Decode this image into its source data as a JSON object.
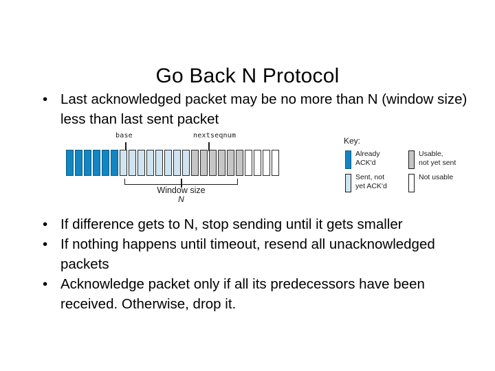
{
  "slide": {
    "title": "Go Back N Protocol",
    "bullets_top": [
      "Last acknowledged packet may be no more than N (window size) less than last sent packet"
    ],
    "bullets_bottom": [
      "If difference gets to N, stop sending until it gets smaller",
      "If nothing happens until timeout, resend all unacknowledged packets",
      "Acknowledge packet only if all its predecessors have been received.  Otherwise, drop it."
    ],
    "bullet_marker": "•"
  },
  "diagram": {
    "label_base": "base",
    "label_nextseqnum": "nextseqnum",
    "window_caption": "Window size",
    "window_caption_n": "N",
    "packets": [
      {
        "state": "acked"
      },
      {
        "state": "acked"
      },
      {
        "state": "acked"
      },
      {
        "state": "acked"
      },
      {
        "state": "acked"
      },
      {
        "state": "acked"
      },
      {
        "state": "sent"
      },
      {
        "state": "sent"
      },
      {
        "state": "sent"
      },
      {
        "state": "sent"
      },
      {
        "state": "sent"
      },
      {
        "state": "sent"
      },
      {
        "state": "sent"
      },
      {
        "state": "sent"
      },
      {
        "state": "usable"
      },
      {
        "state": "usable"
      },
      {
        "state": "usable"
      },
      {
        "state": "usable"
      },
      {
        "state": "usable"
      },
      {
        "state": "usable"
      },
      {
        "state": "notusable"
      },
      {
        "state": "notusable"
      },
      {
        "state": "notusable"
      },
      {
        "state": "notusable"
      }
    ],
    "colors": {
      "acked": "#1186c2",
      "sent": "#cfe4f0",
      "usable": "#c6c6c6",
      "notusable": "#ffffff",
      "outline": "#1a1a1a"
    }
  },
  "legend": {
    "title": "Key:",
    "items": [
      {
        "state": "acked",
        "label": "Already\nACK'd"
      },
      {
        "state": "usable",
        "label": "Usable,\nnot yet sent"
      },
      {
        "state": "sent",
        "label": "Sent, not\nyet ACK'd"
      },
      {
        "state": "notusable",
        "label": "Not usable"
      }
    ]
  }
}
